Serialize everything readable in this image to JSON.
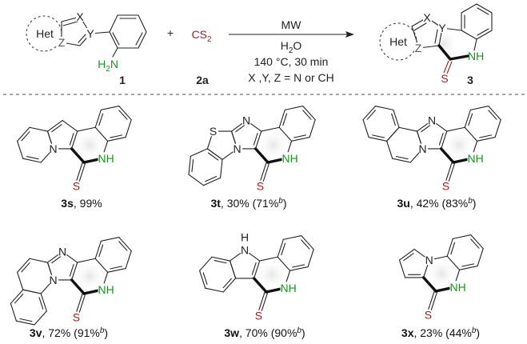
{
  "colors": {
    "nitrogen_h": "#1f8f1f",
    "sulfur": "#9b1c1c",
    "bond": "#222222",
    "separator": "#888888"
  },
  "atoms": {
    "N": "N",
    "NH": "NH",
    "S": "S",
    "H": "H",
    "X": "X",
    "Y": "Y",
    "Z": "Z",
    "Het": "Het"
  },
  "scheme": {
    "reactant1": {
      "amine_main": "H",
      "amine_sub": "2",
      "amine_tail": "N",
      "label": "1"
    },
    "plus": "+",
    "reagent": {
      "formula_main": "CS",
      "formula_sub": "2",
      "label": "2a"
    },
    "conditions": {
      "line1": "MW",
      "solvent_main": "H",
      "solvent_sub": "2",
      "solvent_tail": "O",
      "line3": "140 °C, 30 min",
      "line4": "X ,Y, Z = N or CH"
    },
    "product": {
      "label": "3"
    }
  },
  "products": [
    {
      "id": "3s",
      "text": ", 99%",
      "sup": "",
      "close": ""
    },
    {
      "id": "3t",
      "text": ", 30% (71%",
      "sup": "b",
      "close": ")"
    },
    {
      "id": "3u",
      "text": ", 42% (83%",
      "sup": "b",
      "close": ")"
    },
    {
      "id": "3v",
      "text": ", 72% (91%",
      "sup": "b",
      "close": ")"
    },
    {
      "id": "3w",
      "text": ", 70% (90%",
      "sup": "b",
      "close": ")"
    },
    {
      "id": "3x",
      "text": ", 23% (44%",
      "sup": "b",
      "close": ")"
    }
  ]
}
